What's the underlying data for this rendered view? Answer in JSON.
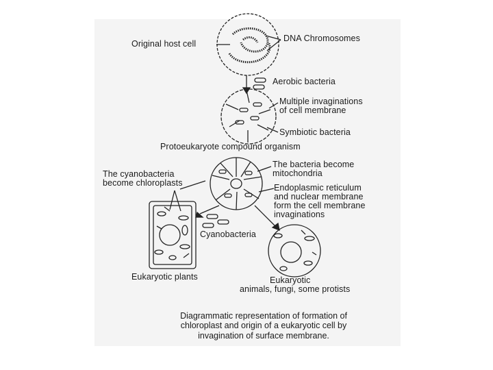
{
  "labels": {
    "original_host_cell": "Original host cell",
    "dna_chromosomes": "DNA Chromosomes",
    "aerobic_bacteria": "Aerobic bacteria",
    "multiple_invaginations": [
      "Multiple invaginations",
      "of cell membrane"
    ],
    "symbiotic_bacteria": "Symbiotic bacteria",
    "protoeukaryote": "Protoeukaryote compound organism",
    "cyanobacteria_become": [
      "The cyanobacteria",
      "become chloroplasts"
    ],
    "bacteria_become": [
      "The bacteria become",
      "mitochondria"
    ],
    "endoplasmic": [
      "Endoplasmic reticulum",
      "and nuclear membrane",
      "form the cell membrane",
      "invaginations"
    ],
    "cyanobacteria": "Cyanobacteria",
    "eukaryotic_plants": "Eukaryotic plants",
    "eukaryotic_animals": [
      "Eukaryotic",
      "animals, fungi, some protists"
    ]
  },
  "caption": [
    "Diagrammatic representation of formation of",
    "chloroplast and origin of a eukaryotic cell by",
    "invagination of surface membrane."
  ]
}
